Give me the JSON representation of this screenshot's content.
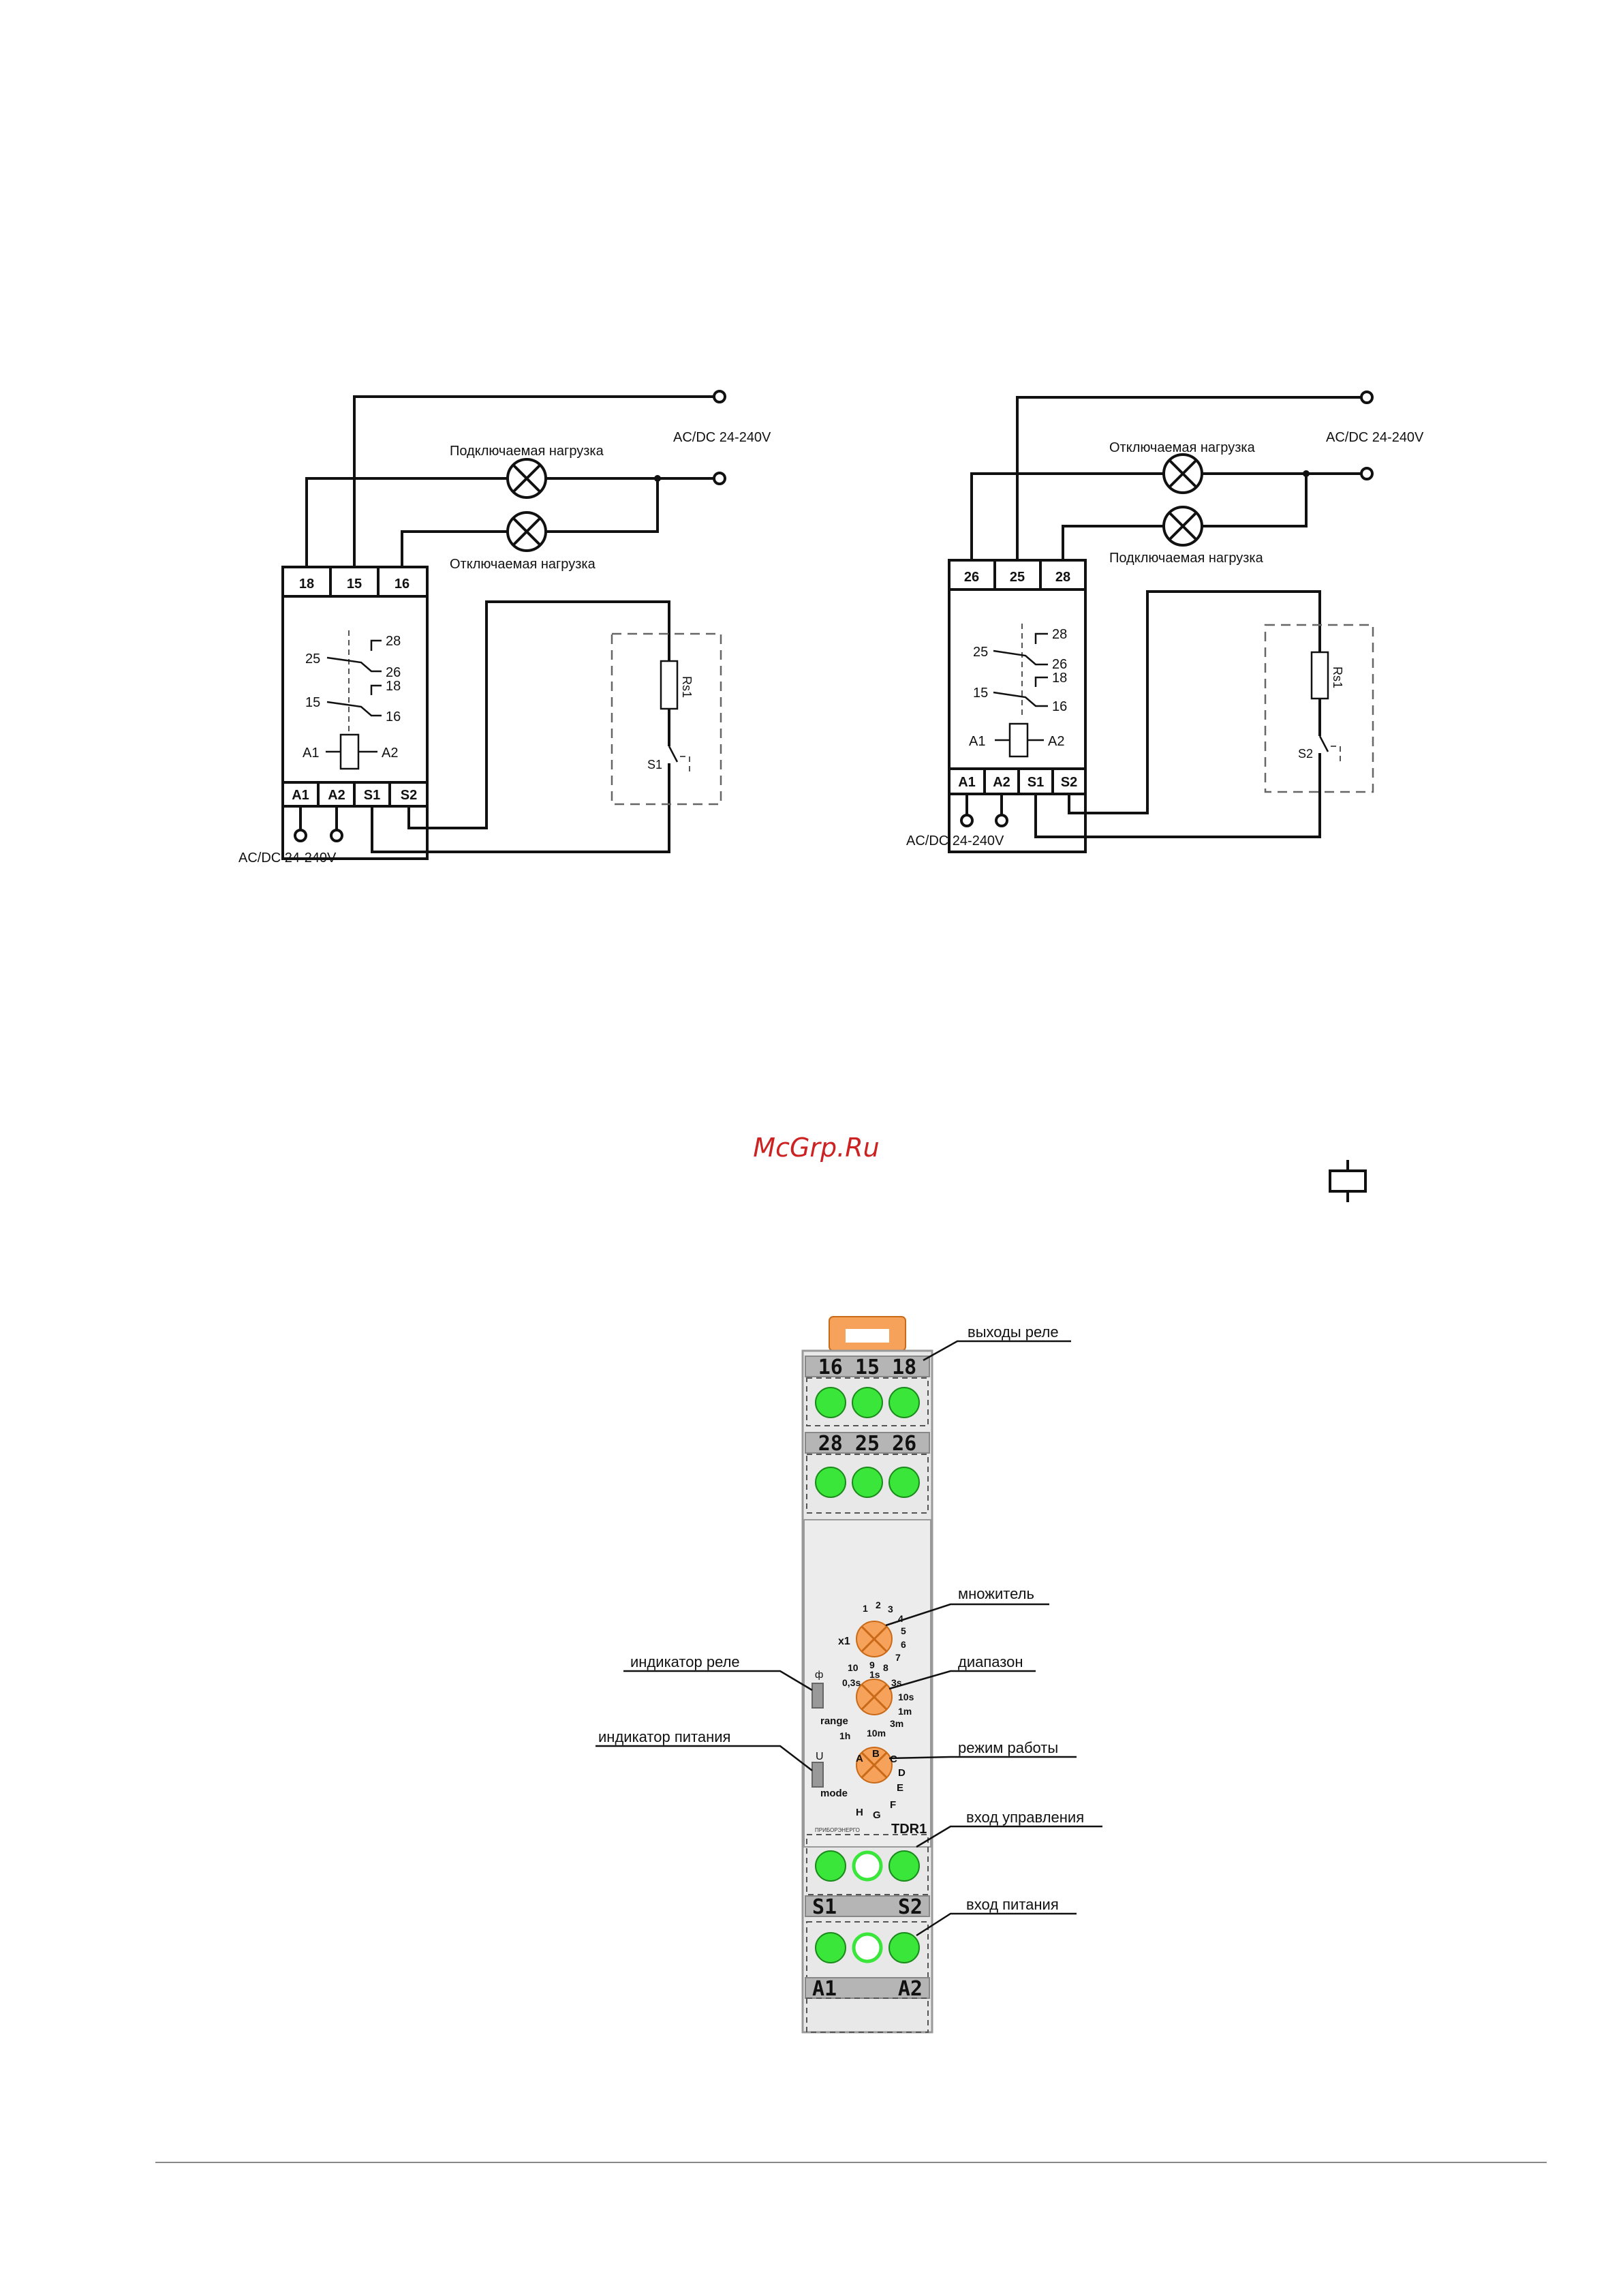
{
  "left_diagram": {
    "supply_label_top": "AC/DC 24-240V",
    "supply_label_bottom": "AC/DC 24-240V",
    "load_top": "Подключаемая нагрузка",
    "load_bottom": "Отключаемая нагрузка",
    "terminals_top": [
      "18",
      "15",
      "16"
    ],
    "terminals_bottom": [
      "A1",
      "A2",
      "S1",
      "S2"
    ],
    "contacts": [
      "28",
      "25",
      "26",
      "18",
      "15",
      "16"
    ],
    "coil_left": "A1",
    "coil_right": "A2",
    "resistor": "Rs1",
    "switch": "S1"
  },
  "right_diagram": {
    "supply_label_top": "AC/DC 24-240V",
    "supply_label_bottom": "AC/DC 24-240V",
    "load_top": "Отключаемая нагрузка",
    "load_bottom": "Подключаемая нагрузка",
    "terminals_top": [
      "26",
      "25",
      "28"
    ],
    "terminals_bottom": [
      "A1",
      "A2",
      "S1",
      "S2"
    ],
    "contacts": [
      "28",
      "25",
      "26",
      "18",
      "15",
      "16"
    ],
    "coil_left": "A1",
    "coil_right": "A2",
    "resistor": "Rs1",
    "switch": "S2"
  },
  "watermark": "McGrp.Ru",
  "device": {
    "top_row1": "16 15 18",
    "top_row2": "28 25 26",
    "dial1_prefix": "x1",
    "dial1_ticks": [
      "1",
      "2",
      "3",
      "4",
      "5",
      "6",
      "7",
      "8",
      "9",
      "10"
    ],
    "dial2_label": "range",
    "dial2_ticks": [
      "0,3s",
      "1s",
      "3s",
      "10s",
      "1m",
      "3m",
      "10m",
      "1h"
    ],
    "dial3_label": "mode",
    "dial3_ticks": [
      "A",
      "B",
      "C",
      "D",
      "E",
      "F",
      "G",
      "H"
    ],
    "relay_led_symbol": "ф",
    "power_led_symbol": "U",
    "brand": "ПРИБОРЭНЕРГО",
    "model": "TDR1",
    "bottom_row1_left": "S1",
    "bottom_row1_right": "S2",
    "bottom_row2_left": "A1",
    "bottom_row2_right": "A2",
    "colors": {
      "screw": "#39e639",
      "knob": "#f7a25a",
      "clip": "#f7a25a",
      "body": "#e6e6e6"
    }
  },
  "callouts": {
    "relay_outputs": "выходы реле",
    "multiplier": "множитель",
    "range": "диапазон",
    "mode": "режим работы",
    "control_input": "вход управления",
    "power_input": "вход питания",
    "relay_indicator": "индикатор реле",
    "power_indicator": "индикатор питания"
  }
}
